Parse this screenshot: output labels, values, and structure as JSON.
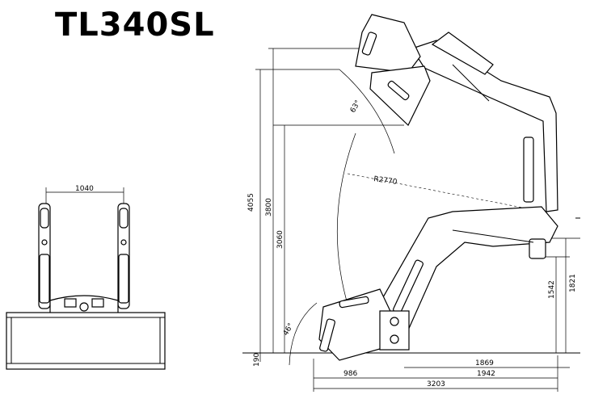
{
  "title": "TL340SL",
  "dimensions": {
    "width_front": "1040",
    "height_total": "4055",
    "height_pin": "3800",
    "height_dump": "3060",
    "radius": "R2770",
    "dump_angle": "63°",
    "rollback_angle": "46°",
    "height_1542": "1542",
    "height_1821": "1821",
    "ground_190": "190",
    "reach_986": "986",
    "length_1869": "1869",
    "length_1942": "1942",
    "length_3203": "3203"
  }
}
